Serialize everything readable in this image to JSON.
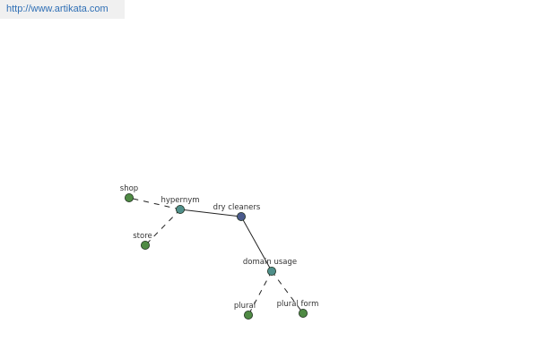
{
  "source_url": "http://www.artikata.com",
  "graph": {
    "nodes": [
      {
        "id": "dry-cleaners",
        "label": "dry cleaners",
        "color": "#4b5a8c"
      },
      {
        "id": "hypernym",
        "label": "hypernym",
        "color": "#4f8f8a"
      },
      {
        "id": "domain-usage",
        "label": "domain usage",
        "color": "#4f8f8a"
      },
      {
        "id": "shop",
        "label": "shop",
        "color": "#4f8a44"
      },
      {
        "id": "store",
        "label": "store",
        "color": "#4f8a44"
      },
      {
        "id": "plural",
        "label": "plural",
        "color": "#4f8a44"
      },
      {
        "id": "plural-form",
        "label": "plural form",
        "color": "#4f8a44"
      }
    ],
    "edges": [
      {
        "from": "dry-cleaners",
        "to": "hypernym",
        "style": "solid"
      },
      {
        "from": "dry-cleaners",
        "to": "domain-usage",
        "style": "solid"
      },
      {
        "from": "hypernym",
        "to": "shop",
        "style": "dashed"
      },
      {
        "from": "hypernym",
        "to": "store",
        "style": "dashed"
      },
      {
        "from": "domain-usage",
        "to": "plural",
        "style": "dashed"
      },
      {
        "from": "domain-usage",
        "to": "plural-form",
        "style": "dashed"
      }
    ]
  }
}
